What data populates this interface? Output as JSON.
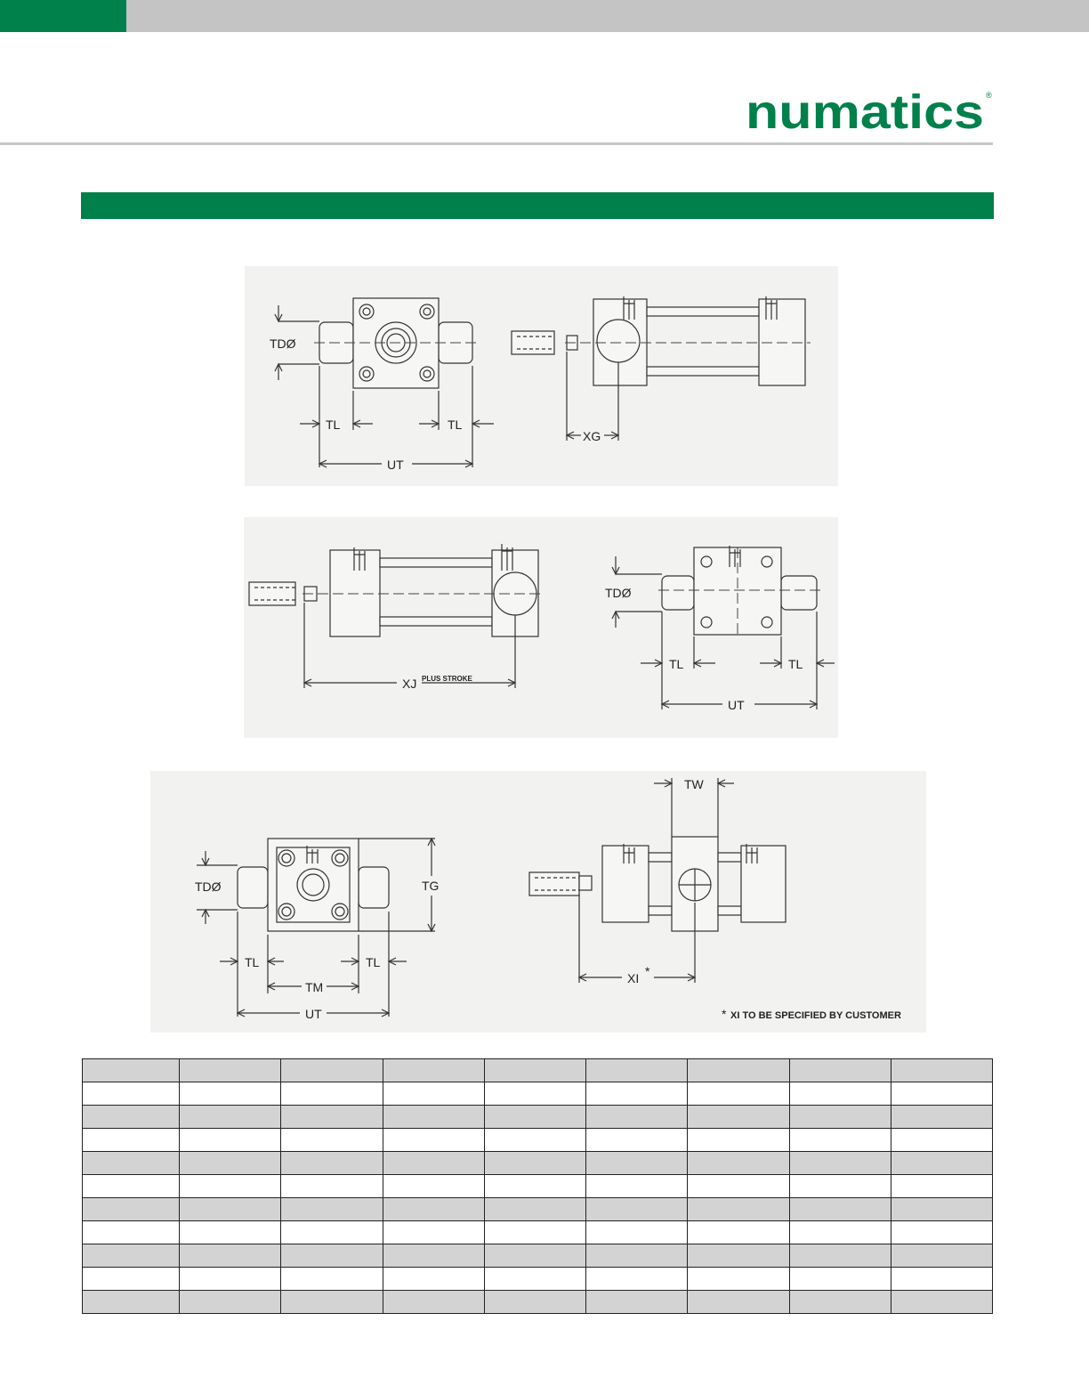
{
  "brand": {
    "logo_text": "numatics",
    "registered_mark": "®",
    "green": "#00804a",
    "grey": "#c4c4c4"
  },
  "figure1": {
    "labels": {
      "td": "TDØ",
      "tl_left": "TL",
      "tl_right": "TL",
      "ut": "UT",
      "xg": "XG"
    }
  },
  "figure2": {
    "labels": {
      "xj": "XJ",
      "plus_stroke": "PLUS STROKE",
      "td": "TDØ",
      "tl_left": "TL",
      "tl_right": "TL",
      "ut": "UT"
    }
  },
  "figure3": {
    "labels": {
      "td": "TDØ",
      "tg": "TG",
      "tl_left": "TL",
      "tl_right": "TL",
      "tm": "TM",
      "ut": "UT",
      "tw": "TW",
      "xi": "XI",
      "xi_star": "*",
      "note_star": "*",
      "note": "XI TO BE SPECIFIED BY CUSTOMER"
    }
  },
  "table": {
    "columns": 9,
    "row_shading": [
      "shade",
      "plain",
      "shade",
      "plain",
      "shade",
      "plain",
      "shade",
      "plain",
      "shade",
      "plain",
      "shade"
    ]
  }
}
